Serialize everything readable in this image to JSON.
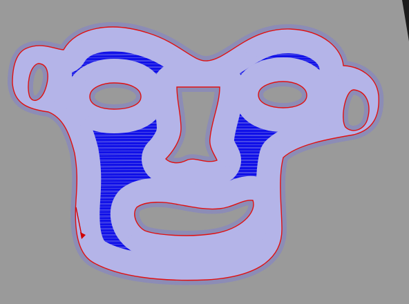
{
  "viewport": {
    "background": "#9a9a9a",
    "corner_background": "#1c1c1c"
  },
  "toolpath": {
    "part_name": "monkey-face-mask",
    "colors": {
      "shadow": "#8c8cb6",
      "fill_paths": "#1010e8",
      "fill_gap_lines": "#b4b4e8",
      "outer_perimeter": "#e01010",
      "inner_perimeter": "#e01010",
      "start_marker": "#d00000"
    },
    "features": [
      "outer-perimeter",
      "left-eye-hole",
      "right-eye-hole",
      "nose-hole",
      "mouth-hole",
      "left-ear-hole",
      "right-ear-hole"
    ]
  }
}
